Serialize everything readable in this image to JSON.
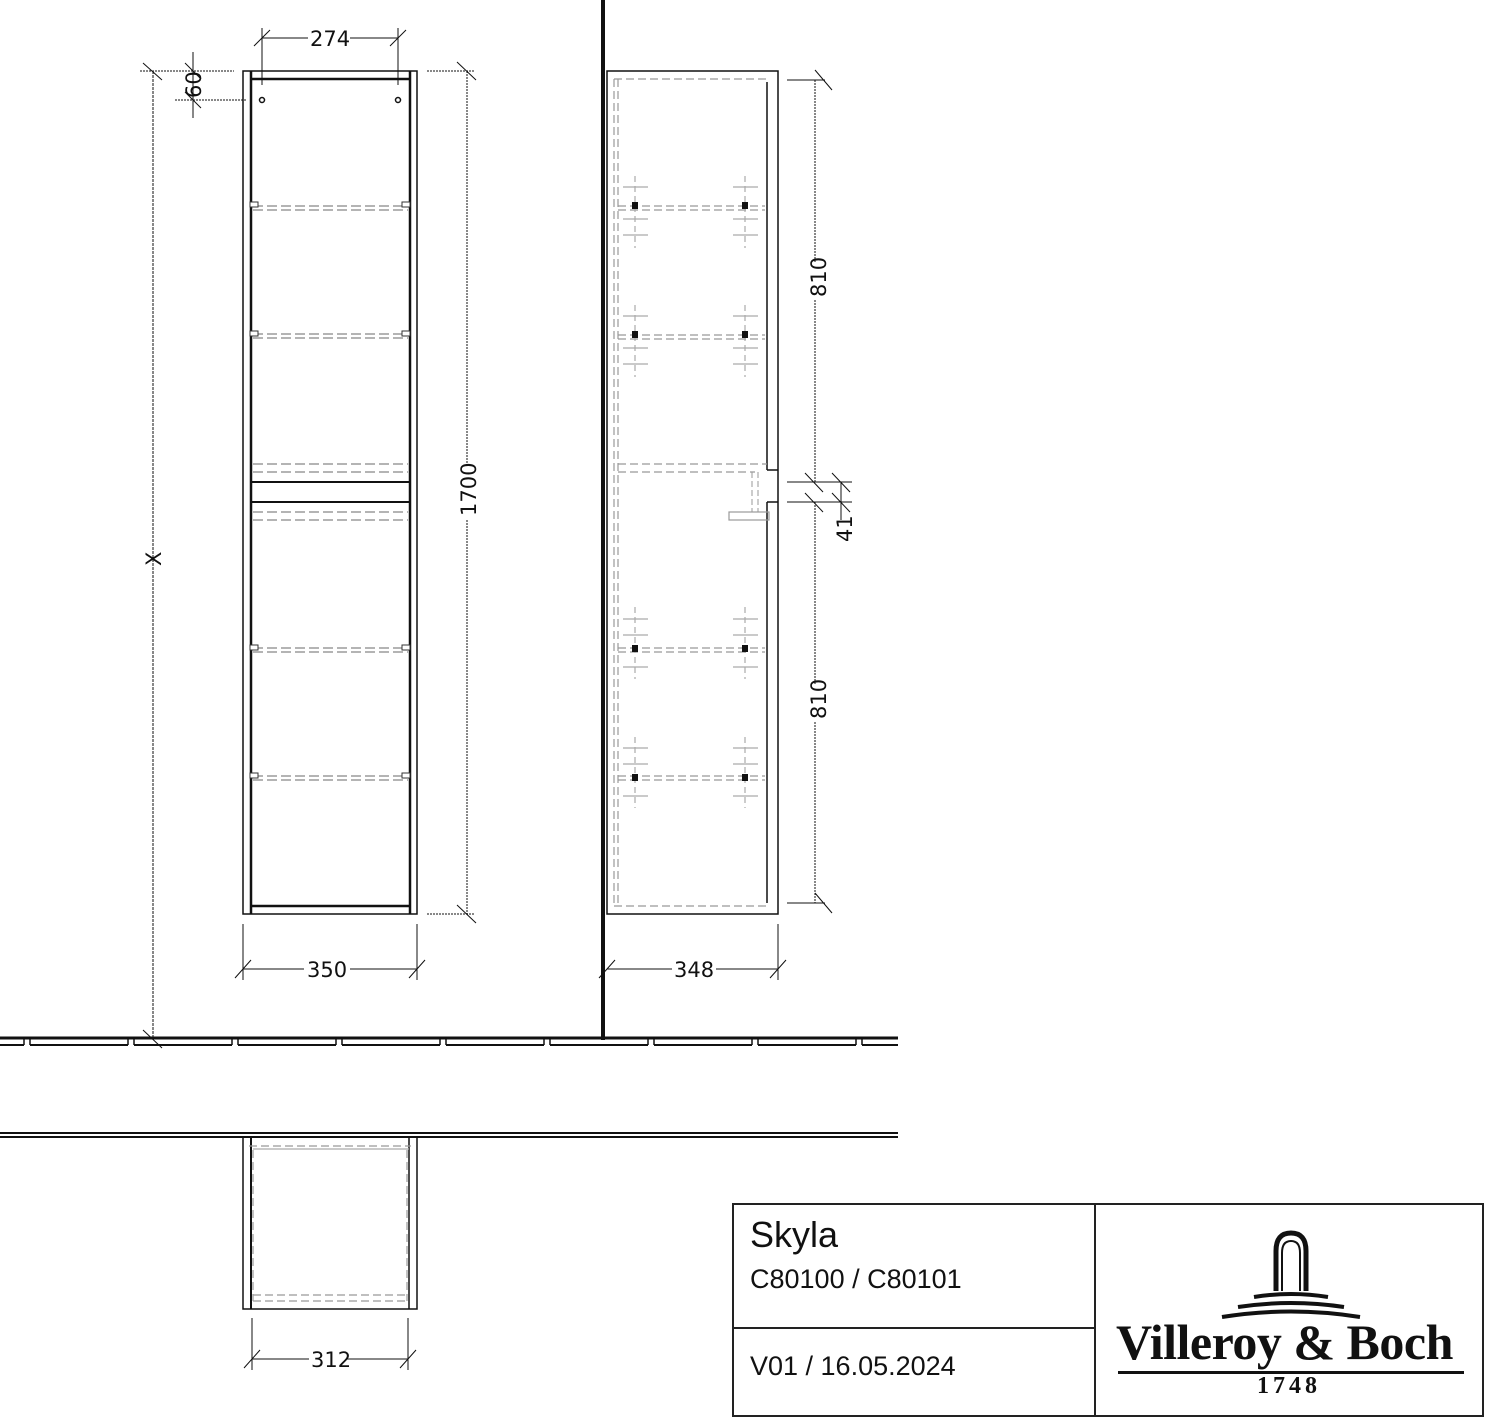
{
  "drawing": {
    "front_view": {
      "width_label": "350",
      "hole_spacing_label": "274",
      "hole_offset_label": "60",
      "height_label": "1700",
      "mount_height_label": "X"
    },
    "side_view": {
      "depth_label": "348",
      "upper_compartment_label": "810",
      "lower_compartment_label": "810",
      "gap_label": "41"
    },
    "top_view": {
      "inner_width_label": "312"
    }
  },
  "title_block": {
    "product_name": "Skyla",
    "article_numbers": "C80100 / C80101",
    "version": "V01 /  16.05.2024",
    "brand": {
      "name": "Villeroy & Boch",
      "year": "1748",
      "logo_icon": "fountain-logo-icon"
    }
  },
  "colors": {
    "line": "#111111",
    "hidden_line": "#9a9a9a",
    "background": "#ffffff"
  }
}
